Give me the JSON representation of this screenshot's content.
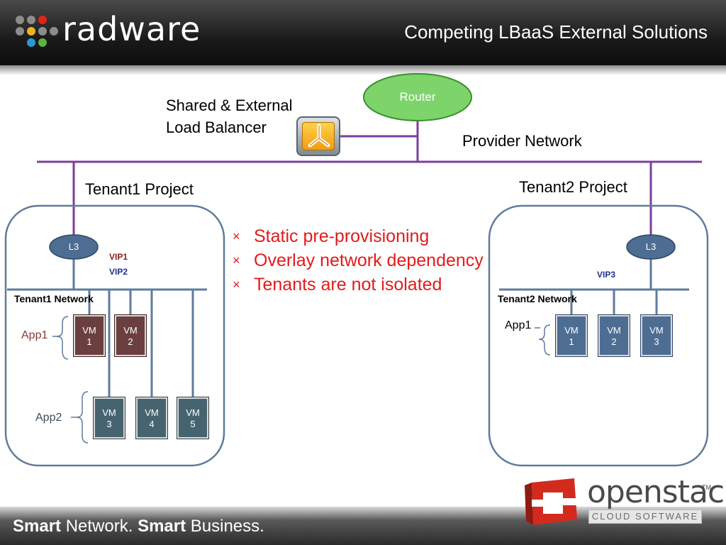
{
  "header": {
    "logo_text": "radware",
    "title": "Competing LBaaS External Solutions"
  },
  "diagram": {
    "router_label": "Router",
    "shared_lb_line1": "Shared & External",
    "shared_lb_line2": "Load Balancer",
    "provider_network": "Provider Network",
    "tenant1": {
      "project": "Tenant1 Project",
      "l3": "L3",
      "vip1": "VIP1",
      "vip2": "VIP2",
      "network": "Tenant1 Network",
      "app1": "App1",
      "app2": "App2",
      "vms": [
        {
          "line1": "VM",
          "line2": "1"
        },
        {
          "line1": "VM",
          "line2": "2"
        },
        {
          "line1": "VM",
          "line2": "3"
        },
        {
          "line1": "VM",
          "line2": "4"
        },
        {
          "line1": "VM",
          "line2": "5"
        }
      ]
    },
    "tenant2": {
      "project": "Tenant2 Project",
      "l3": "L3",
      "vip3": "VIP3",
      "network": "Tenant2 Network",
      "app1": "App1",
      "vms": [
        {
          "line1": "VM",
          "line2": "1"
        },
        {
          "line1": "VM",
          "line2": "2"
        },
        {
          "line1": "VM",
          "line2": "3"
        }
      ]
    }
  },
  "bullets": [
    {
      "text": "Static pre-provisioning"
    },
    {
      "text": "Overlay network dependency"
    },
    {
      "text": "Tenants are not isolated"
    }
  ],
  "bullet_mark": "×",
  "openstack": {
    "word": "openstack",
    "tm": "TM",
    "subtitle": "CLOUD SOFTWARE"
  },
  "footer": {
    "tagline_bold1": "Smart",
    "tagline_reg1": " Network. ",
    "tagline_bold2": "Smart",
    "tagline_reg2": " Business."
  },
  "colors": {
    "network_line": "#7a3f9e",
    "router_fill": "#7cd46a",
    "l3_fill": "#4e6d93",
    "bullet_text": "#e31b1b"
  }
}
